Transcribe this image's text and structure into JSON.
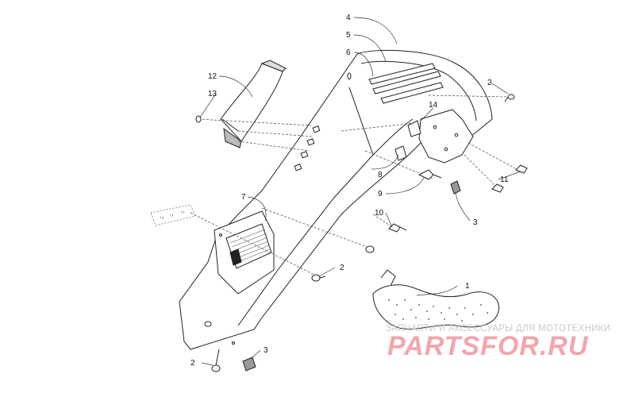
{
  "callouts": {
    "c1": "1",
    "c2a": "2",
    "c2b": "2",
    "c2c": "2",
    "c3a": "3",
    "c3b": "3",
    "c4": "4",
    "c5": "5",
    "c6": "6",
    "c7": "7",
    "c8": "8",
    "c9": "9",
    "c10": "10",
    "c11": "11",
    "c12": "12",
    "c13": "13",
    "c14": "14"
  },
  "watermark": {
    "tagline": "ЗАПЧАСТИ И АКСЕССУАРЫ ДЛЯ МОТОТЕХНИКИ",
    "brand": "PARTSFOR.RU",
    "brand_color": "#f2a6ad",
    "tagline_color": "#c9c9c9"
  }
}
